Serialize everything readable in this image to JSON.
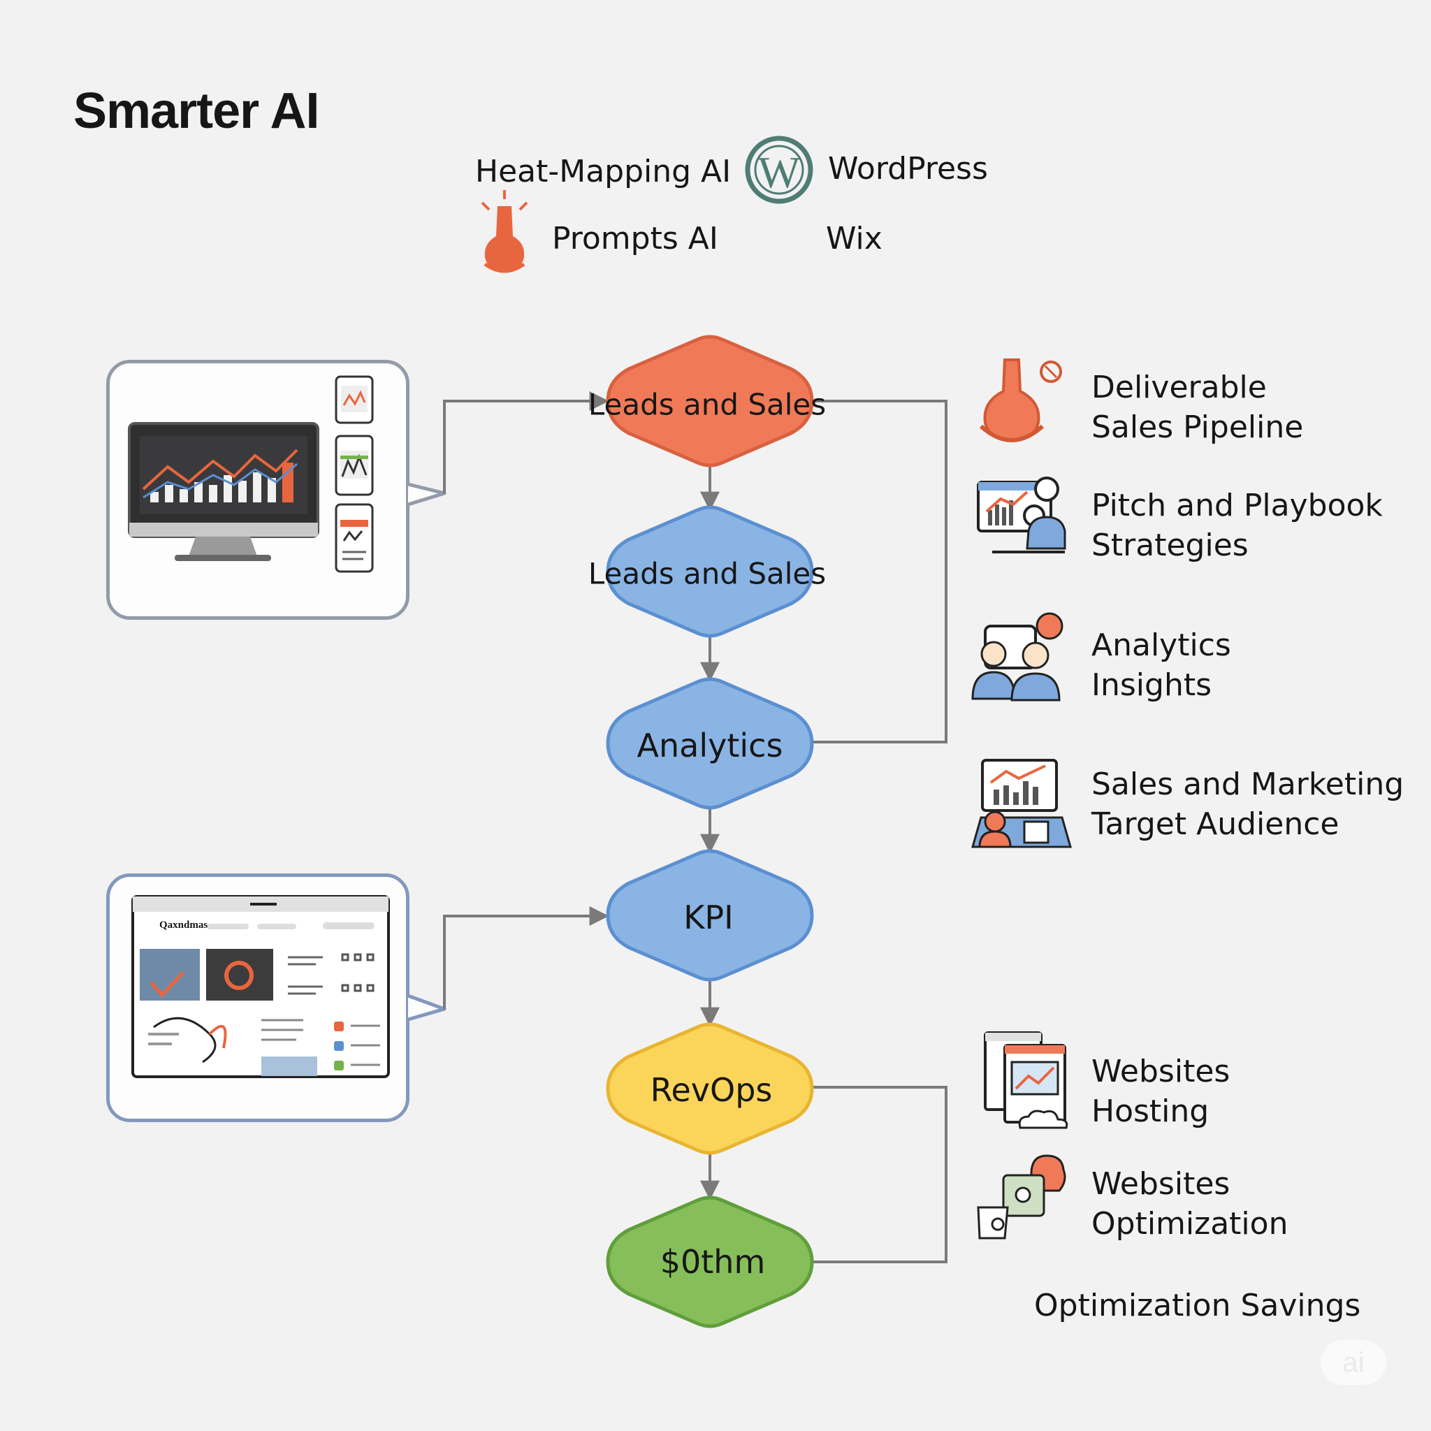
{
  "title": "Smarter AI",
  "legend": {
    "heatmapping": "Heat-Mapping AI",
    "prompts": "Prompts AI",
    "wordpress": "WordPress",
    "wix": "Wix"
  },
  "flow": {
    "nodes": [
      {
        "label": "Leads and Sales",
        "color": "#f07a57"
      },
      {
        "label": "Leads and Sales",
        "color": "#8ab4e4"
      },
      {
        "label": "Analytics",
        "color": "#8ab4e4"
      },
      {
        "label": "KPI",
        "color": "#8ab4e4"
      },
      {
        "label": "RevOps",
        "color": "#fbd45a"
      },
      {
        "label": "$0thm",
        "color": "#86be5a"
      }
    ]
  },
  "side": {
    "items": [
      {
        "line1": "Deliverable",
        "line2": "Sales Pipeline",
        "icon": "thermometer-icon"
      },
      {
        "line1": "Pitch and Playbook",
        "line2": "Strategies",
        "icon": "presenter-icon"
      },
      {
        "line1": "Analytics",
        "line2": "Insights",
        "icon": "team-icon"
      },
      {
        "line1": "Sales and Marketing",
        "line2": "Target Audience",
        "icon": "chart-screen-icon"
      },
      {
        "line1": "Websites",
        "line2": "Hosting",
        "icon": "web-hosting-icon"
      },
      {
        "line1": "Websites",
        "line2": "Optimization",
        "icon": "web-optimization-icon"
      }
    ],
    "footer": "Optimization Savings"
  },
  "thumbnail_text": "Qaxndmas",
  "colors": {
    "orange": "#f07a57",
    "blue": "#8ab4e4",
    "yellow": "#fbd45a",
    "green": "#86be5a",
    "connector": "#7a7a7a"
  }
}
